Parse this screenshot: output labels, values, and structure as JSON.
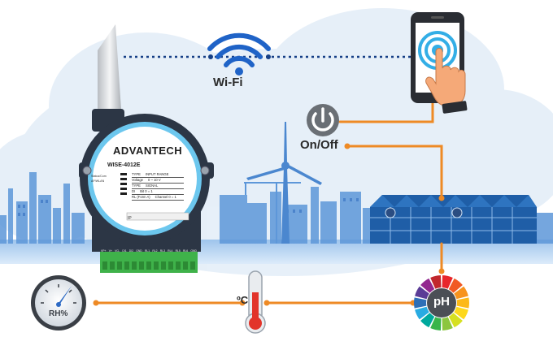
{
  "labels": {
    "wifi": "Wi-Fi",
    "on_off": "On/Off",
    "celsius": "ºC",
    "rh": "RH%",
    "ph": "pH"
  },
  "device": {
    "brand": "ADVANTECH",
    "model": "WISE-4012E",
    "table": [
      {
        "a": "TYPE",
        "b": "INPUT RANGE"
      },
      {
        "a": "Voltage",
        "b": "0 ~ 10 V"
      },
      {
        "a": "TYPE",
        "b": "SIGNAL"
      },
      {
        "a": "DI",
        "b": "Bit 0 = 1"
      },
      {
        "a": "RL (Form A)",
        "b": "Channel 0 = 1"
      }
    ],
    "led_labels": [
      "Status/Com",
      "AP/WLAN",
      "",
      ""
    ],
    "ip_label": "IP",
    "pins": [
      "VP+",
      "V+",
      "VG-",
      "DI1",
      "DI2",
      "GND",
      "RL1",
      "RL2",
      "RL3",
      "RL4",
      "RL5",
      "RL6",
      "GND"
    ]
  },
  "colors": {
    "connector": "#ee8a25",
    "wifi_blue": "#1f63c7",
    "dotted_line": "#153f86",
    "skyline": "#5d97d9",
    "greenhouse": "#1f5ea7",
    "device_body": "#2c3645",
    "device_ring": "#6cc7ee",
    "terminal_green": "#3fb24a",
    "thermo_red": "#e2342a"
  },
  "icons": [
    "wifi-icon",
    "power-icon",
    "smartphone-icon",
    "touch-hand-icon",
    "humidity-gauge-icon",
    "thermometer-icon",
    "ph-color-wheel-icon",
    "wind-turbine-icon",
    "greenhouse-icon",
    "factory-skyline-icon",
    "advantech-wise-4012e-device"
  ]
}
